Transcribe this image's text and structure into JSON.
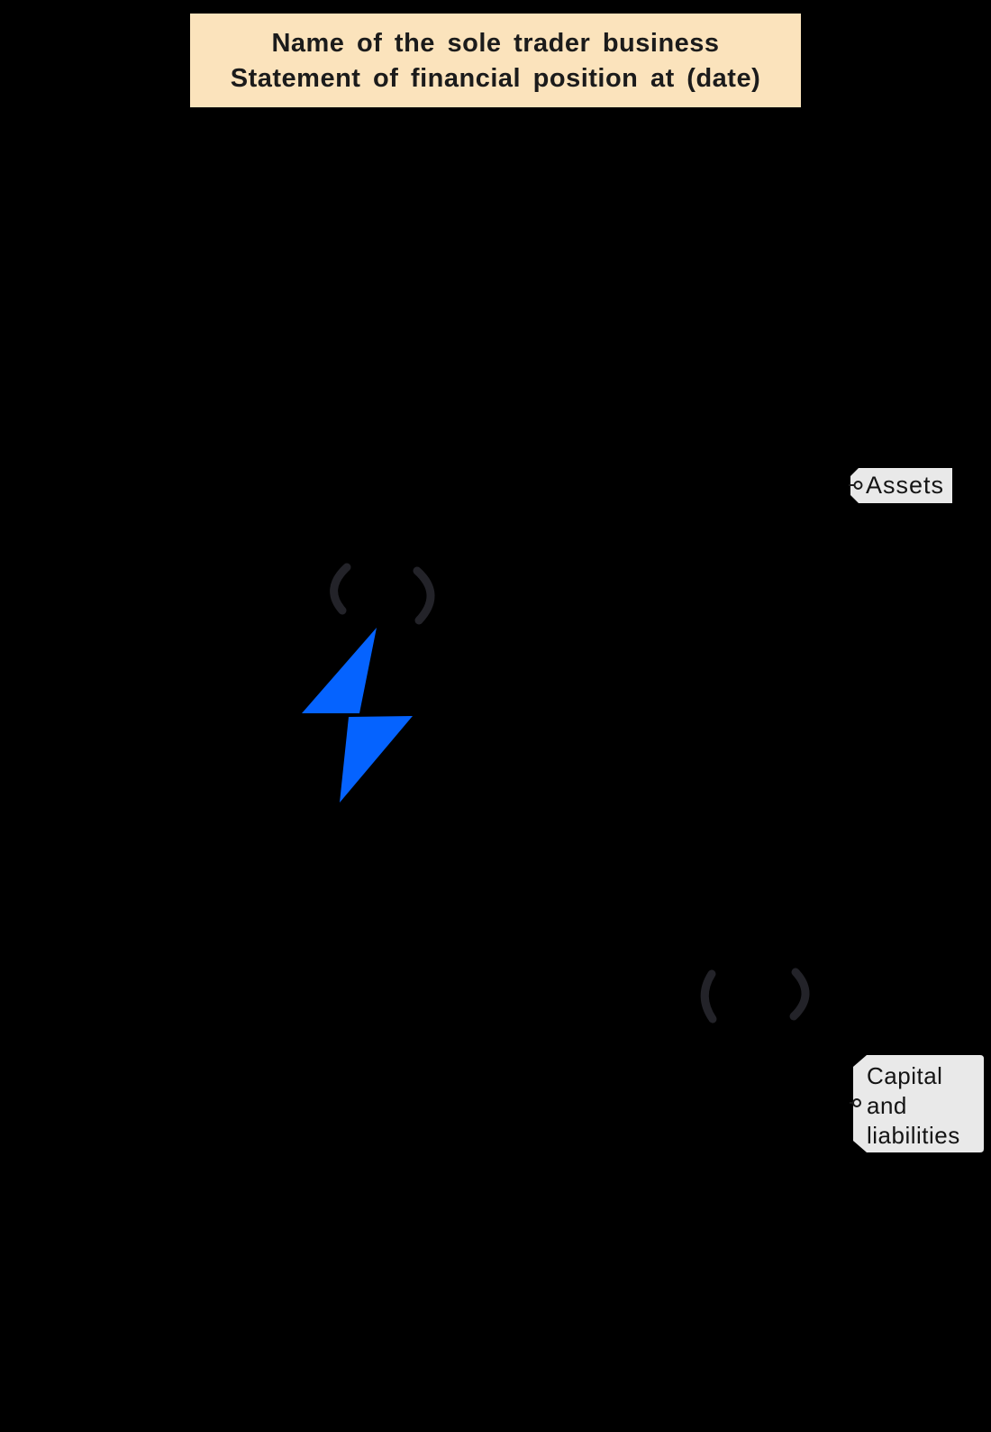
{
  "title_box": {
    "line1": "Name of the sole trader business",
    "line2": "Statement of financial position at (date)"
  },
  "tags": {
    "assets": {
      "label": "Assets"
    },
    "capital_liabilities": {
      "line1": "Capital",
      "line2": "and",
      "line3": "liabilities"
    }
  },
  "icons": {
    "lightning_bolt": "⚡",
    "parenthesis_left": "(",
    "parenthesis_right": ")",
    "tag_hole": "○"
  },
  "colors": {
    "background": "#000000",
    "title_box_fill": "#FBE3BC",
    "title_text": "#1B1B1B",
    "tag_fill": "#E9E9E9",
    "tag_text": "#141414",
    "parenthesis": "#232329",
    "bolt": "#0563FF"
  }
}
